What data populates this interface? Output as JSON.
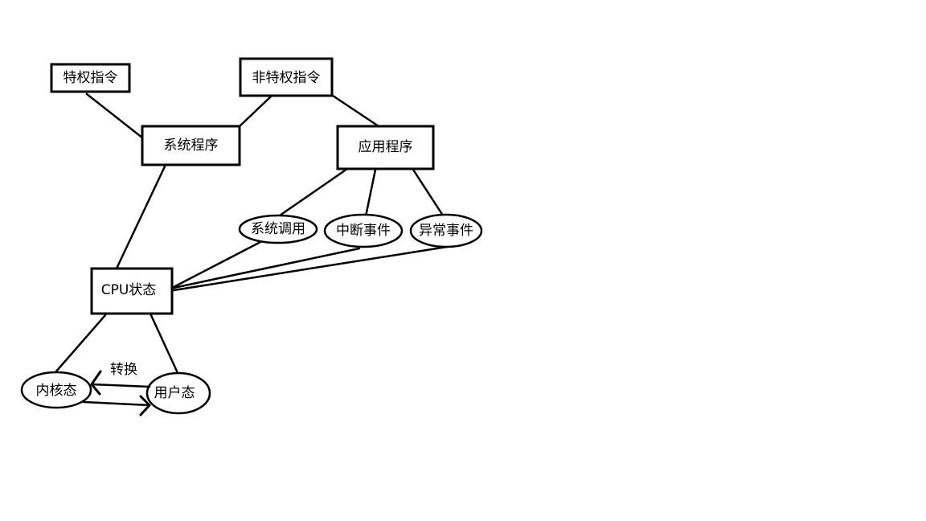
{
  "nodes": {
    "privileged": "特权指令",
    "non_privileged": "非特权指令",
    "system_program": "系统程序",
    "application_program": "应用程序",
    "system_call": "系统调用",
    "interrupt_event": "中断事件",
    "exception_event": "异常事件",
    "cpu_state": "CPU状态",
    "kernel_mode": "内核态",
    "user_mode": "用户态"
  },
  "annotations": {
    "switch": "转换"
  },
  "colors": {
    "stroke": "#000000",
    "background": "#ffffff"
  }
}
